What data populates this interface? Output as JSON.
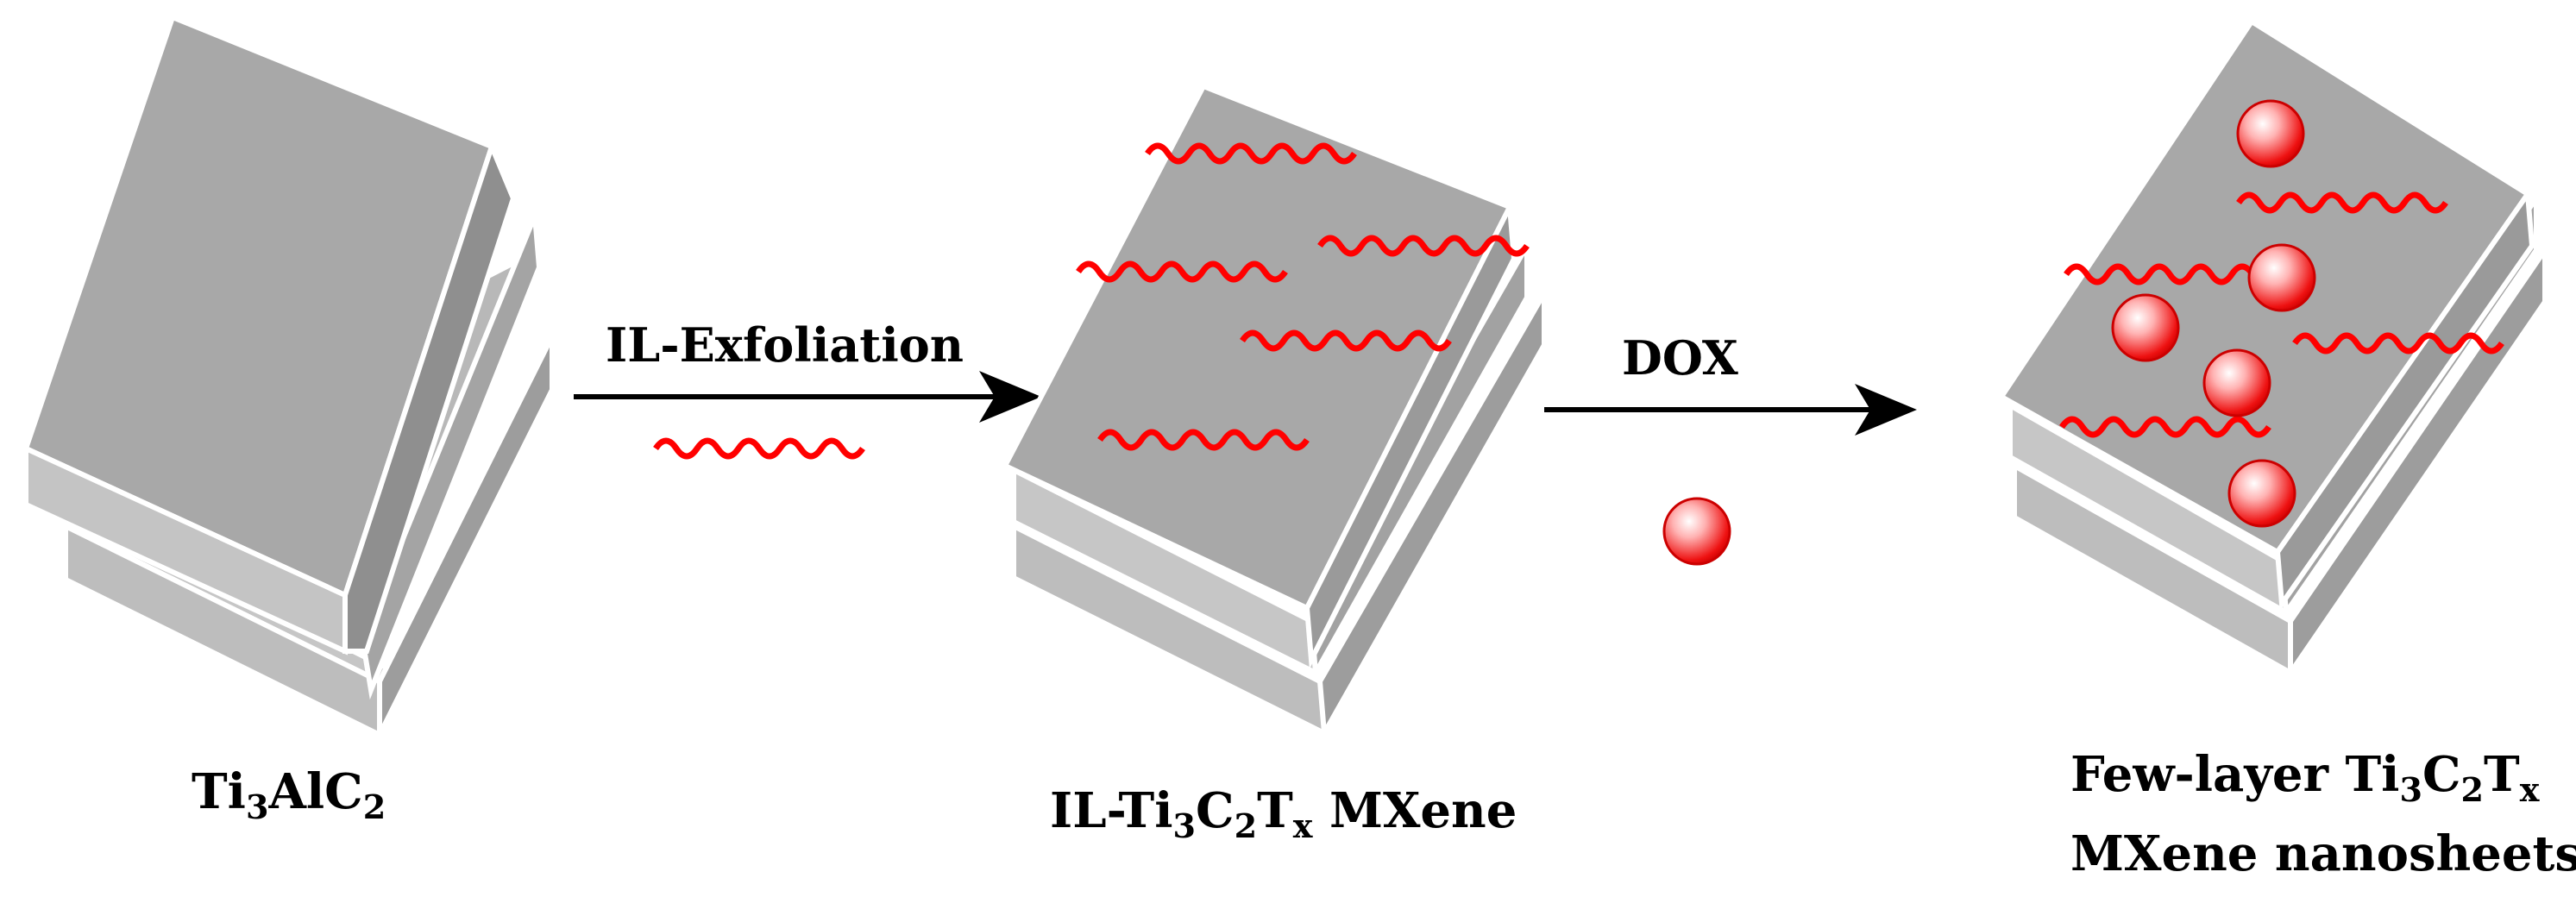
{
  "steps": [
    {
      "label": {
        "pre": "Ti",
        "s1": "3",
        "mid": "AlC",
        "s2": "2"
      }
    },
    {
      "label": {
        "pre": "IL-Ti",
        "s1": "3",
        "a": "C",
        "s2": "2",
        "b": "T",
        "s3": "x",
        "post": " MXene"
      }
    },
    {
      "label_line1": {
        "pre": "Few-layer Ti",
        "s1": "3",
        "a": "C",
        "s2": "2",
        "b": "T",
        "s3": "x"
      },
      "label_line2": "MXene nanosheets"
    }
  ],
  "arrows": [
    {
      "label": "IL-Exfoliation"
    },
    {
      "label": "DOX"
    }
  ],
  "colors": {
    "block_top": "#a9a9a9",
    "block_side_light": "#c9c9c9",
    "block_side_dark": "#9a9a9a",
    "edge": "#ffffff",
    "ionic_liquid": "#ff0000",
    "dox": "#ee1111"
  }
}
